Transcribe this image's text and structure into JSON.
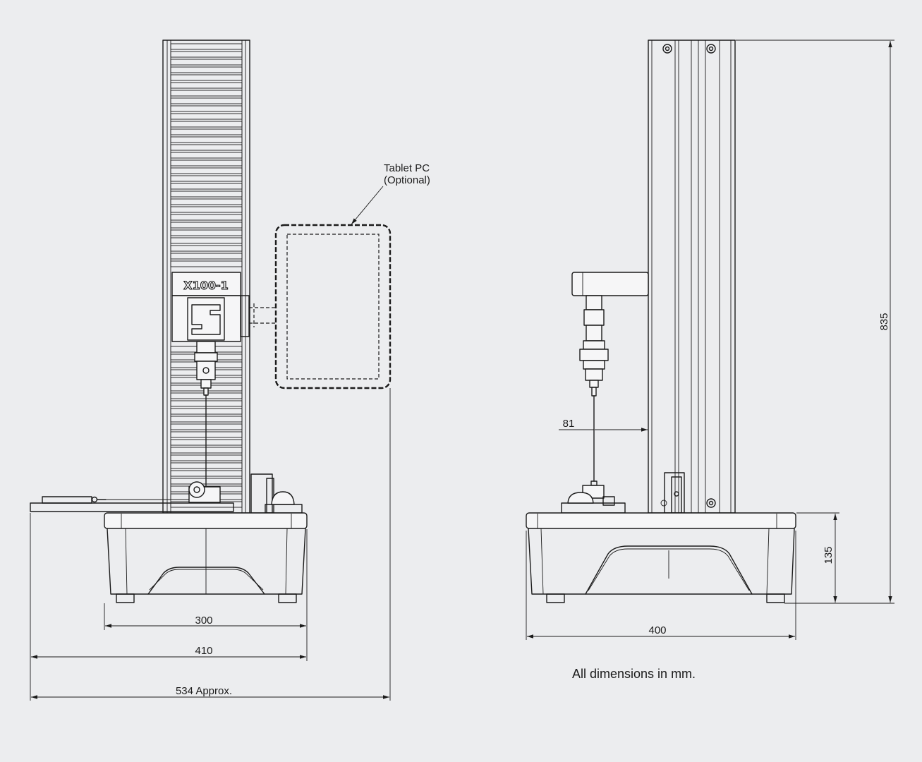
{
  "drawing": {
    "left_view": {
      "model_label": "X100-1",
      "tablet_label_line1": "Tablet PC",
      "tablet_label_line2": "(Optional)",
      "dim_base_width": "300",
      "dim_overall_width": "410",
      "dim_with_tablet": "534 Approx."
    },
    "right_view": {
      "dim_depth": "400",
      "dim_height": "835",
      "dim_base_height": "135",
      "dim_offset": "81"
    },
    "note": "All dimensions in mm."
  }
}
